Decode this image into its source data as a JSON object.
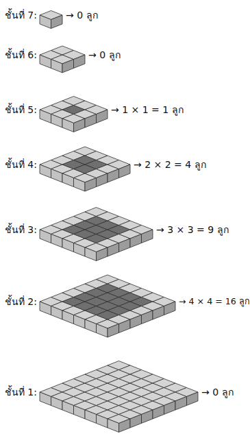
{
  "diagram": {
    "labels": [
      "ชั้นที่ 7:",
      "→ 0 ลูก",
      "ชั้นที่ 6:",
      "→ 0 ลูก",
      "ชั้นที่ 5:",
      "→ 1 × 1 = 1 ลูก",
      "ชั้นที่ 4:",
      "→ 2 × 2 = 4 ลูก",
      "ชั้นที่ 3:",
      "→ 3 × 3 = 9 ลูก",
      "ชั้นที่ 2:",
      "→ 4 × 4 = 16 ลูก",
      "ชั้นที่ 1:",
      "→ 0 ลูก"
    ]
  }
}
